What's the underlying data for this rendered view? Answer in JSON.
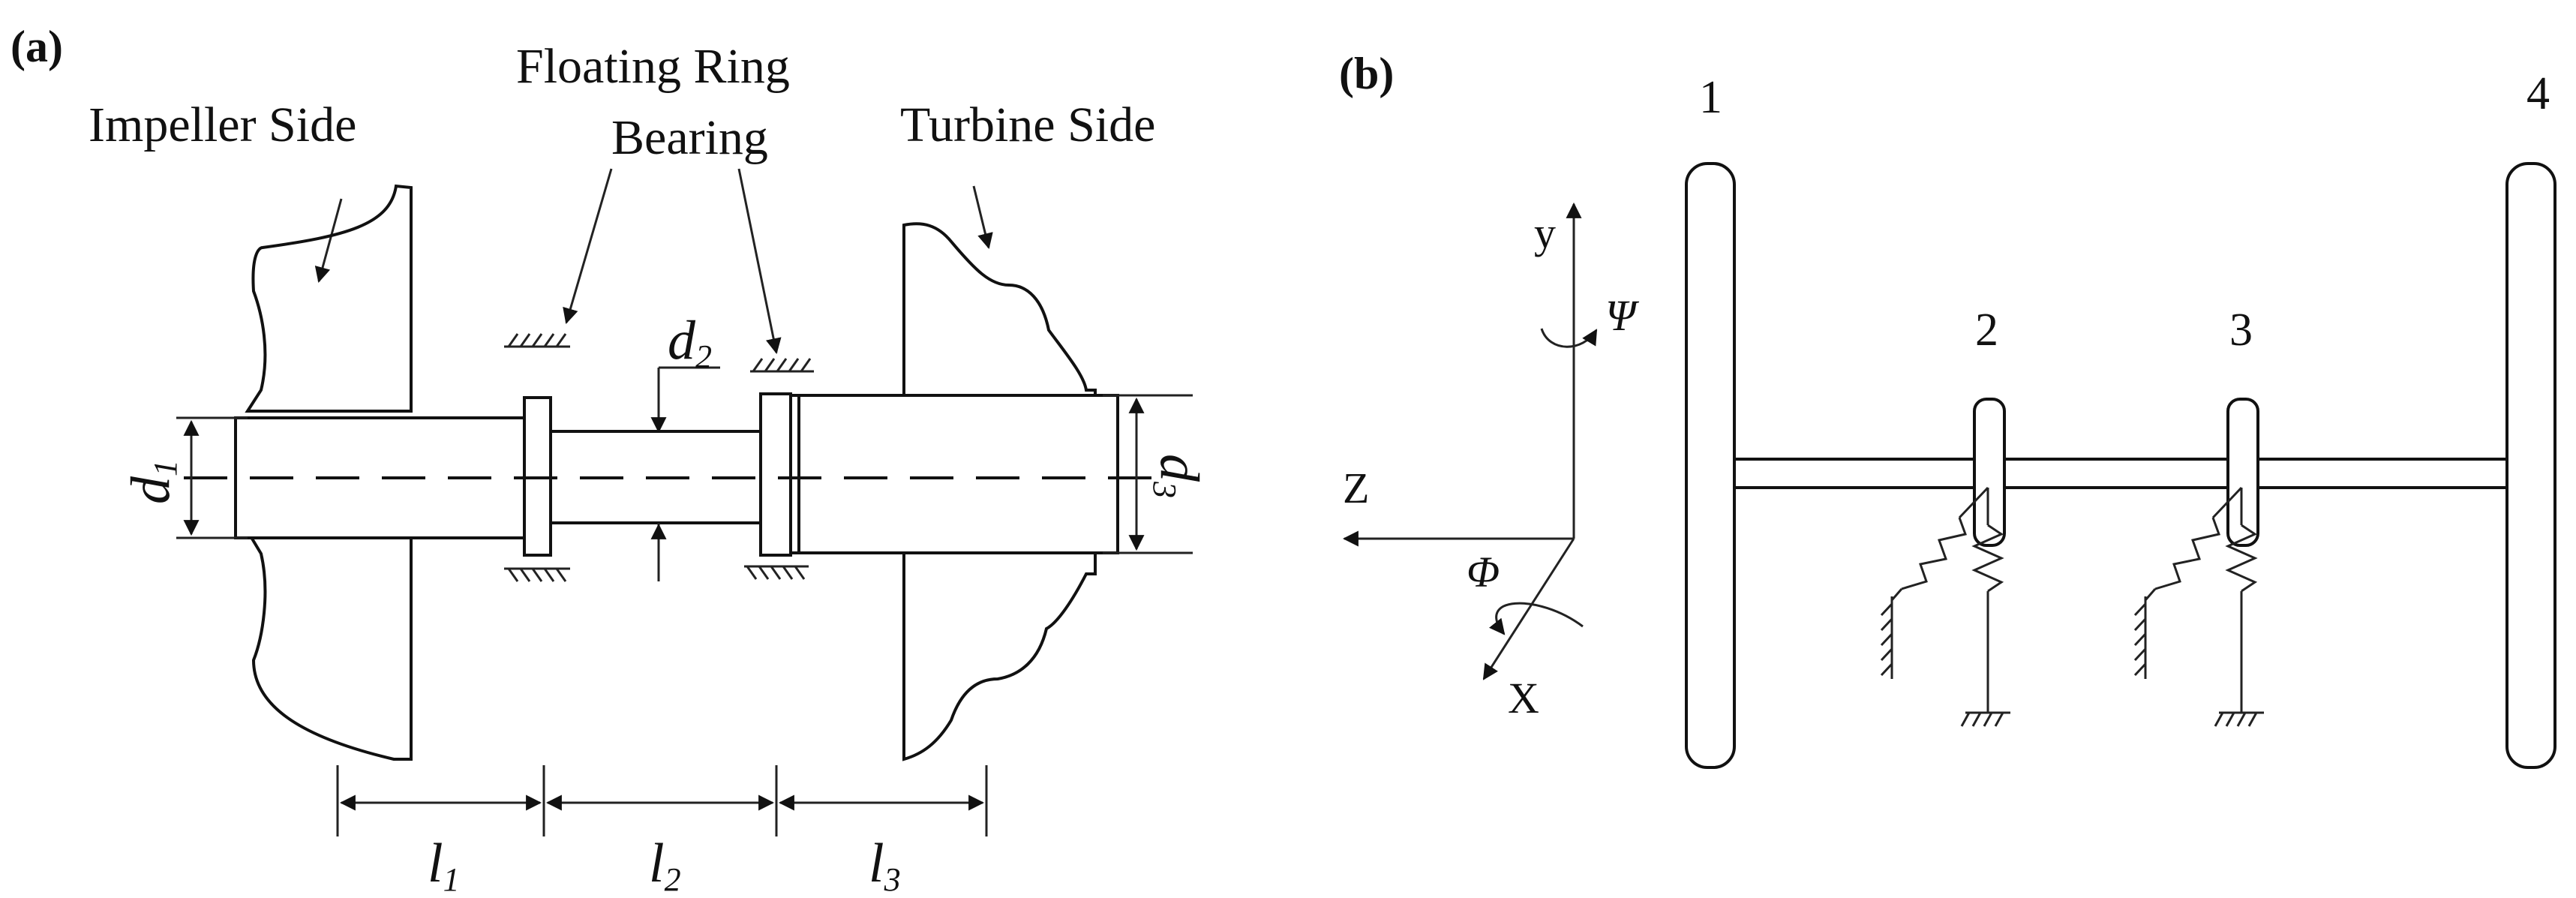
{
  "panel_a": {
    "label": "(a)",
    "impeller_side": "Impeller Side",
    "floating_ring_line1": "Floating Ring",
    "floating_ring_line2": "Bearing",
    "turbine_side": "Turbine Side",
    "d1": "d",
    "d1_sub": "1",
    "d2": "d",
    "d2_sub": "2",
    "d3": "d",
    "d3_sub": "3",
    "l1": "l",
    "l1_sub": "1",
    "l2": "l",
    "l2_sub": "2",
    "l3": "l",
    "l3_sub": "3"
  },
  "panel_b": {
    "label": "(b)",
    "node_1": "1",
    "node_2": "2",
    "node_3": "3",
    "node_4": "4",
    "axis_y": "y",
    "axis_z": "Z",
    "axis_x": "X",
    "psi": "Ψ",
    "phi": "Φ"
  }
}
